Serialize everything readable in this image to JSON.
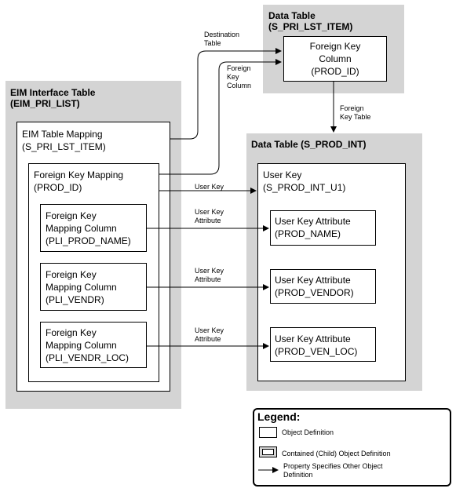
{
  "eim_table": {
    "title_line1": "EIM Interface Table",
    "title_line2": "(EIM_PRI_LIST)"
  },
  "eim_mapping": {
    "line1": "EIM Table Mapping",
    "line2": "(S_PRI_LST_ITEM)"
  },
  "fk_mapping": {
    "line1": "Foreign Key  Mapping",
    "line2": "(PROD_ID)"
  },
  "fk_columns": [
    {
      "line1": "Foreign Key",
      "line2": "Mapping Column",
      "line3": "(PLI_PROD_NAME)"
    },
    {
      "line1": "Foreign Key",
      "line2": "Mapping Column",
      "line3": "(PLI_VENDR)"
    },
    {
      "line1": "Foreign Key",
      "line2": "Mapping Column",
      "line3": "(PLI_VENDR_LOC)"
    }
  ],
  "data_table_top": {
    "title_line1": "Data Table",
    "title_line2": "(S_PRI_LST_ITEM)",
    "box_line1": "Foreign Key",
    "box_line2": "Column",
    "box_line3": "(PROD_ID)"
  },
  "data_table_bottom": {
    "title": "Data Table (S_PROD_INT)",
    "user_key_line1": "User Key",
    "user_key_line2": "(S_PROD_INT_U1)",
    "attributes": [
      {
        "line1": "User Key Attribute",
        "line2": "(PROD_NAME)"
      },
      {
        "line1": "User Key Attribute",
        "line2": "(PROD_VENDOR)"
      },
      {
        "line1": "User Key Attribute",
        "line2": "(PROD_VEN_LOC)"
      }
    ]
  },
  "arrows": {
    "destination_table_1": "Destination",
    "destination_table_2": "Table",
    "fk_column_1": "Foreign",
    "fk_column_2": "Key",
    "fk_column_3": "Column",
    "fk_table_1": "Foreign",
    "fk_table_2": "Key Table",
    "user_key": "User Key",
    "attr_1a": "User Key",
    "attr_1b": "Attribute",
    "attr_2a": "User Key",
    "attr_2b": "Attribute",
    "attr_3a": "User Key",
    "attr_3b": "Attribute"
  },
  "legend": {
    "title": "Legend:",
    "object_definition": "Object Definition",
    "child_object_definition": "Contained (Child) Object Definition",
    "property_line1": "Property Specifies Other Object",
    "property_line2": "Definition"
  }
}
